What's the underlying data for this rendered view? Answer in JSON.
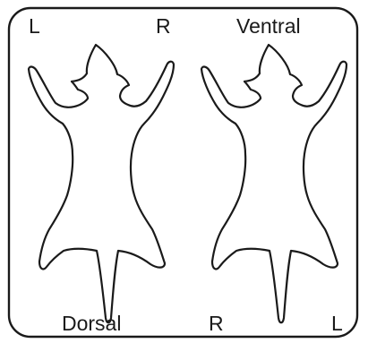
{
  "labels": {
    "top_left": "L",
    "top_right_of_left": "R",
    "ventral": "Ventral",
    "dorsal": "Dorsal",
    "bottom_r": "R",
    "bottom_l": "L"
  },
  "figures": [
    {
      "name": "dorsal-view"
    },
    {
      "name": "ventral-view"
    }
  ],
  "colors": {
    "stroke": "#1a1a1a",
    "background": "#ffffff"
  }
}
